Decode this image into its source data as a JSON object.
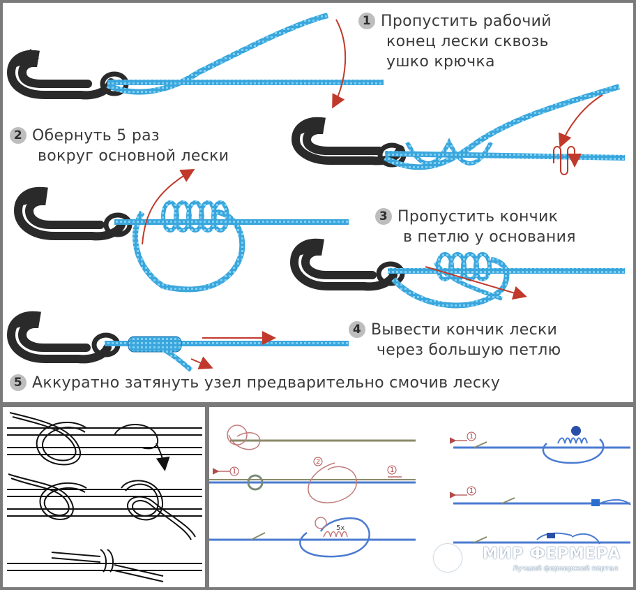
{
  "steps": [
    {
      "num": "1",
      "lines": [
        "Пропустить рабочий",
        "конец лески сквозь",
        "ушко крючка"
      ]
    },
    {
      "num": "2",
      "lines": [
        "Обернуть 5 раз",
        "вокруг основной лески"
      ]
    },
    {
      "num": "3",
      "lines": [
        "Пропустить кончик",
        "в петлю у основания"
      ]
    },
    {
      "num": "4",
      "lines": [
        "Вывести кончик лески",
        "через большую петлю"
      ]
    },
    {
      "num": "5",
      "lines": [
        "Аккуратно затянуть узел предварительно смочив леску"
      ]
    }
  ],
  "diagram_labels": {
    "turns": "5x",
    "marker": "1",
    "marker2": "2"
  },
  "watermark": {
    "title": "МИР ФЕРМЕРА",
    "subtitle": "Лучший фермерский портал"
  },
  "colors": {
    "line": "#3aa6dc",
    "line_dark": "#1b6fa8",
    "hook": "#2a2a2a",
    "arrow": "#c0392b",
    "text": "#3a3a3a",
    "olive_line": "#8a8a6a",
    "blue_line": "#4a7bd0"
  }
}
